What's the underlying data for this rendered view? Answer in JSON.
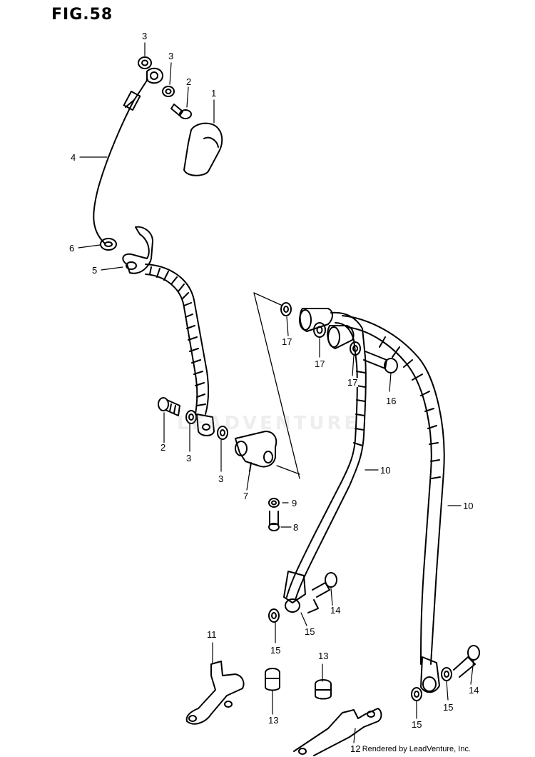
{
  "figure": {
    "title": "FIG.58",
    "watermark": "LEADVENTURE",
    "footer": "Rendered by LeadVenture, Inc."
  },
  "callouts": {
    "c_3a": "3",
    "c_3b": "3",
    "c_2a": "2",
    "c_1": "1",
    "c_4": "4",
    "c_6": "6",
    "c_5": "5",
    "c_2b": "2",
    "c_3c": "3",
    "c_3d": "3",
    "c_7": "7",
    "c_9": "9",
    "c_8": "8",
    "c_17a": "17",
    "c_17b": "17",
    "c_17c": "17",
    "c_16": "16",
    "c_10a": "10",
    "c_10b": "10",
    "c_14a": "14",
    "c_15a": "15",
    "c_15b": "15",
    "c_11": "11",
    "c_13a": "13",
    "c_13b": "13",
    "c_12": "12",
    "c_15c": "15",
    "c_15d": "15",
    "c_14b": "14"
  },
  "colors": {
    "ink": "#000000",
    "paper": "#ffffff"
  }
}
